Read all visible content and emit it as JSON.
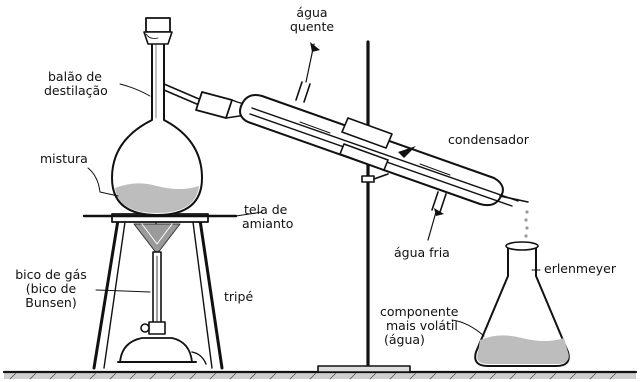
{
  "labels": {
    "balao_line1": "balão de",
    "balao_line2": "destilação",
    "agua_quente_line1": "água",
    "agua_quente_line2": "quente",
    "condensador": "condensador",
    "mistura": "mistura",
    "tela_line1": "tela de",
    "tela_line2": "amianto",
    "agua_fria": "água fria",
    "erlenmeyer": "erlenmeyer",
    "bico_line1": "bico de gás",
    "bico_line2": "(bico de",
    "bico_line3": "Bunsen)",
    "tripe": "tripé",
    "componente_line1": "componente",
    "componente_line2": "mais volátil",
    "componente_line3": "(água)"
  },
  "colors": {
    "ink": "#111111",
    "liquid": "#bdbdbd",
    "floor": "#cfcfcf"
  }
}
